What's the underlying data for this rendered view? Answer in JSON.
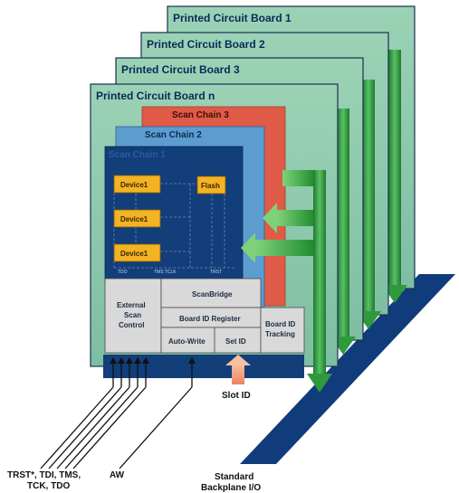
{
  "boards": {
    "board1": "Printed Circuit Board 1",
    "board2": "Printed Circuit Board 2",
    "board3": "Printed Circuit Board 3",
    "boardn": "Printed Circuit Board n"
  },
  "scan_chains": {
    "chain3": "Scan Chain 3",
    "chain2": "Scan Chain 2",
    "chain1": "Scan Chain 1"
  },
  "devices": {
    "device_a": "Device1",
    "device_b": "Device1",
    "device_c": "Device1",
    "flash": "Flash"
  },
  "control_blocks": {
    "external_scan_control": [
      "External",
      "Scan",
      "Control"
    ],
    "scanbridge": "ScanBridge",
    "board_id_register": "Board ID Register",
    "auto_write": "Auto-Write",
    "set_id": "Set ID",
    "board_id_tracking": [
      "Board ID",
      "Tracking"
    ]
  },
  "external_labels": {
    "slot_id": "Slot ID",
    "jtag_signals": [
      "TRST*, TDI, TMS,",
      "TCK, TDO"
    ],
    "aw": "AW",
    "backplane": [
      "Standard",
      "Backplane I/O"
    ]
  },
  "colors": {
    "board_fill": "#8fcab0",
    "board_stroke": "#1a3050",
    "chain3_fill": "#e05a48",
    "chain2_fill": "#5d9ccf",
    "chain1_fill": "#123e7a",
    "device_fill": "#f2b324",
    "control_fill": "#d9d9d9",
    "backplane_fill": "#103c7c",
    "arrow_green": "#2e9a3c",
    "slot_arrow": "#f4a07a"
  }
}
